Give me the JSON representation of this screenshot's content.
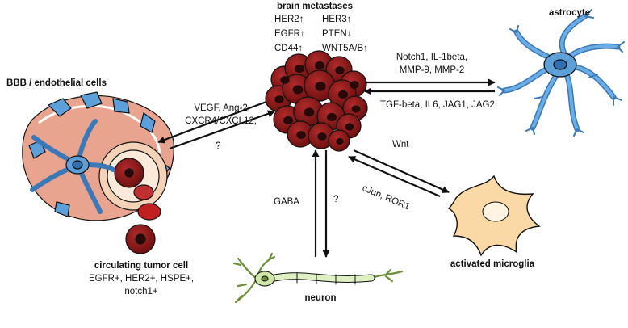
{
  "title": "brain metastases",
  "markers": [
    {
      "name": "HER2",
      "dir": "↑"
    },
    {
      "name": "HER3",
      "dir": "↑"
    },
    {
      "name": "EGFR",
      "dir": "↑"
    },
    {
      "name": "PTEN",
      "dir": "↓"
    },
    {
      "name": "CD44",
      "dir": "↑"
    },
    {
      "name": "WNT5A/B",
      "dir": "↑"
    }
  ],
  "nodes": {
    "astrocyte": "astrocyte",
    "bbb": "BBB / endothelial cells",
    "ctc": "circulating tumor cell",
    "ctc_markers": [
      "EGFR+, HER2+, HSPE+,",
      "notch1+"
    ],
    "neuron": "neuron",
    "microglia": "activated microglia"
  },
  "interactions": {
    "to_astrocyte": [
      "Notch1, IL-1beta,",
      "MMP-9, MMP-2"
    ],
    "from_astrocyte": "TGF-beta, IL6, JAG1, JAG2",
    "to_bbb": [
      "VEGF, Ang-2,",
      "CXCR4/CXCL12,"
    ],
    "from_bbb": "?",
    "from_neuron": "GABA",
    "to_neuron": "?",
    "to_microglia": "Wnt",
    "from_microglia": "cJun, ROR1"
  },
  "colors": {
    "tumor": "#8b1a1a",
    "tumor_nucleus": "#2b0808",
    "astrocyte": "#5d9fd8",
    "astrocyte_nucleus": "#2f6fb0",
    "microglia": "#fbd9a6",
    "neuron": "#dff0c4",
    "vessel": "#e8a48e",
    "outline": "#111111"
  }
}
